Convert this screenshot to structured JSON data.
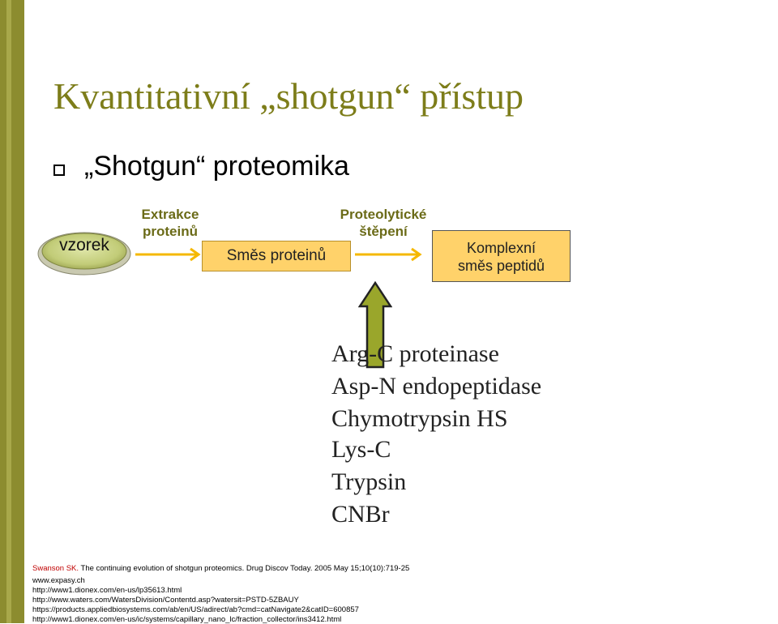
{
  "title": "Kvantitativní „shotgun“ přístup",
  "bullet": "„Shotgun“ proteomika",
  "flow": {
    "sample_label": "vzorek",
    "step1_line1": "Extrakce",
    "step1_line2": "proteinů",
    "mixture_label": "Směs proteinů",
    "step2_line1": "Proteolytické",
    "step2_line2": "štěpení",
    "complex_line1": "Komplexní",
    "complex_line2": "směs peptidů"
  },
  "enzymes": [
    "Arg-C proteinase",
    "Asp-N endopeptidase",
    "Chymotrypsin HS",
    "Lys-C",
    "Trypsin",
    "CNBr"
  ],
  "references": {
    "author": "Swanson SK.",
    "citation": " The continuing evolution of shotgun proteomics. Drug Discov Today. 2005 May 15;10(10):719-25",
    "links": [
      "www.expasy.ch",
      "http://www1.dionex.com/en-us/lp35613.html",
      "http://www.waters.com/WatersDivision/Contentd.asp?watersit=PSTD-5ZBAUY",
      "https://products.appliedbiosystems.com/ab/en/US/adirect/ab?cmd=catNavigate2&catID=600857",
      "http://www1.dionex.com/en-us/ic/systems/capillary_nano_lc/fraction_collector/ins3412.html"
    ]
  },
  "colors": {
    "sidebar": "#8c8c2f",
    "title": "#7d7d1a",
    "step_label": "#6b6b18",
    "box_fill": "#ffd26a",
    "arrow": "#f5b800",
    "up_arrow_fill": "#9aa62b",
    "author": "#c00000"
  }
}
